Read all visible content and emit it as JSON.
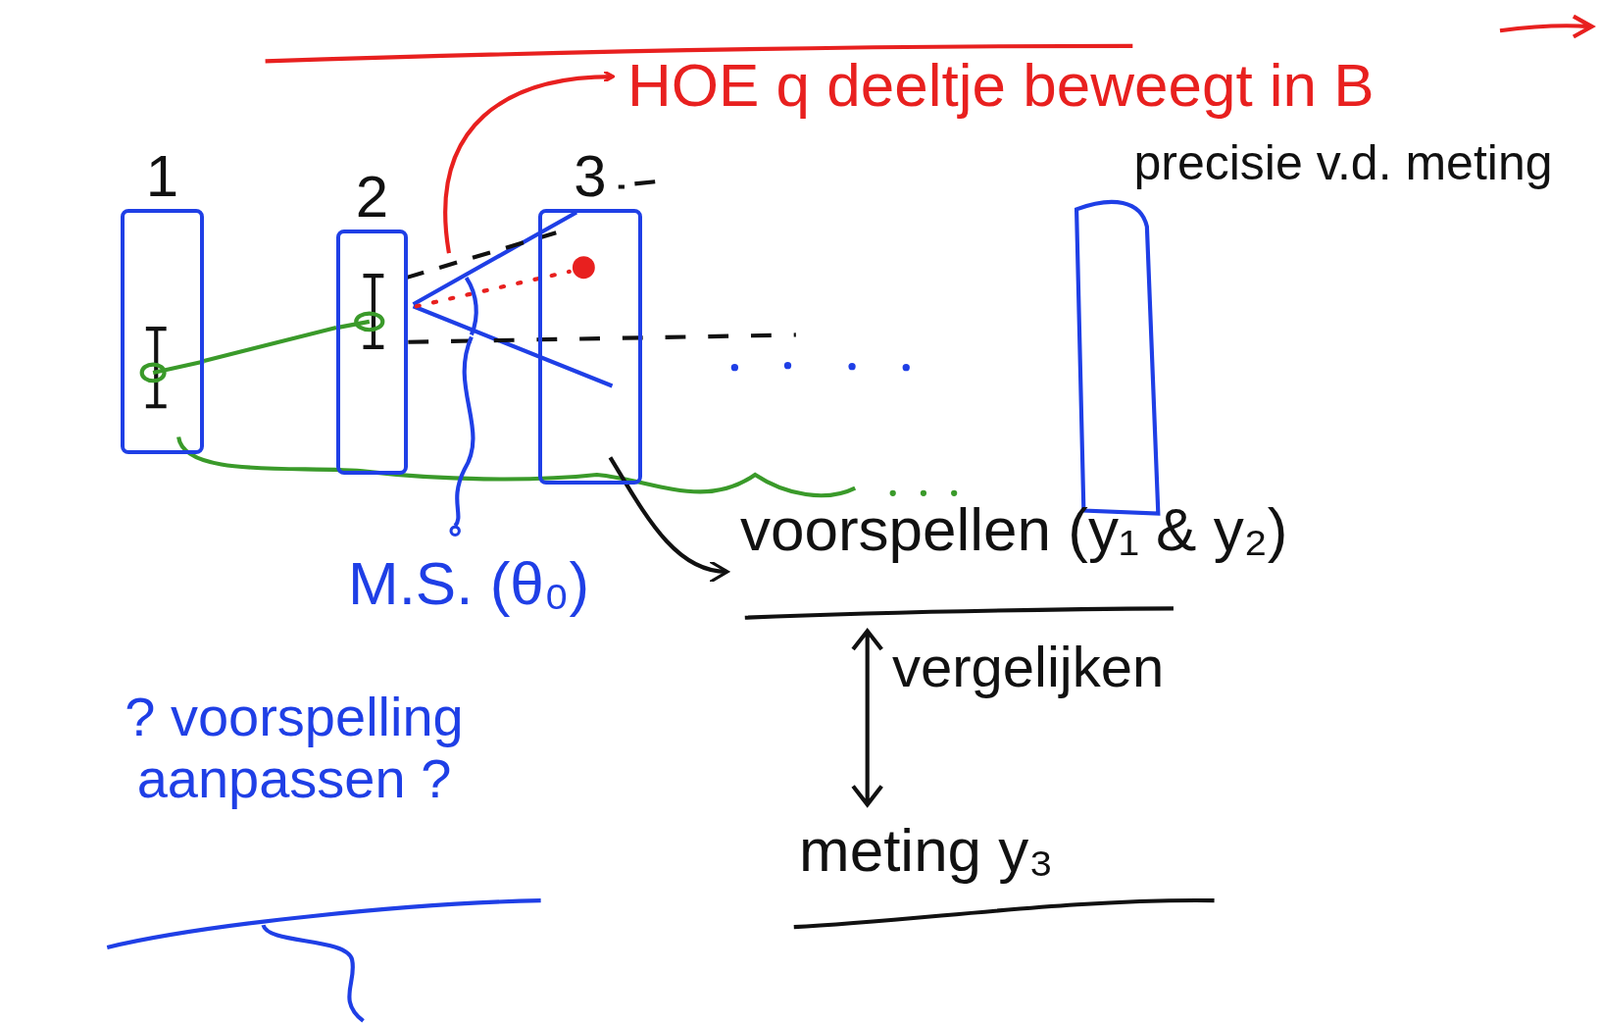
{
  "diagram": {
    "nodes": [
      {
        "text": [
          "1"
        ]
      },
      {
        "text": [
          "2"
        ]
      },
      {
        "text": [
          "3"
        ]
      }
    ],
    "edges": [
      {
        "from": 0,
        "to": 1,
        "arrow": "none"
      }
    ],
    "labels": [
      "HOE q deeltje beweegt in B",
      "precisie v.d. meting",
      "M.S. (θ₀)",
      "voorspellen (y₁ & y₂)",
      "vergelijken",
      "meting y₃",
      "? voorspelling aanpassen ?"
    ]
  }
}
